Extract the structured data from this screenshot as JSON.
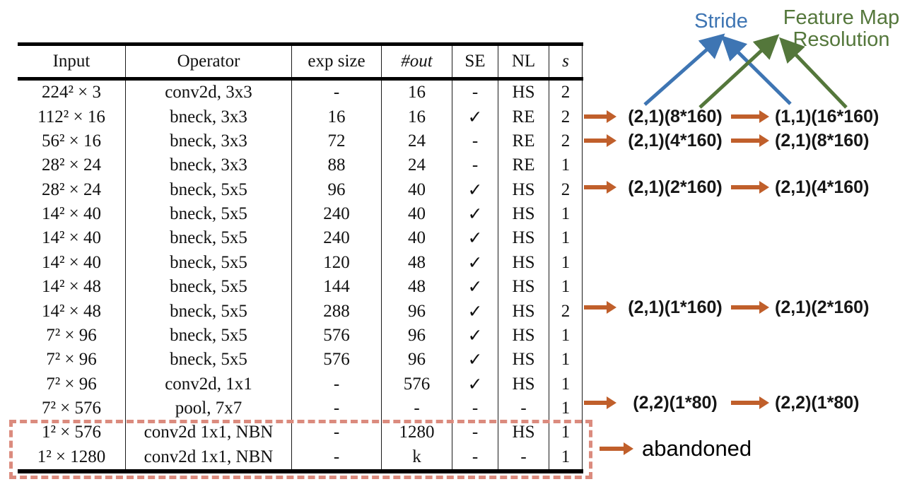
{
  "table": {
    "headers": [
      "Input",
      "Operator",
      "exp size",
      "#out",
      "SE",
      "NL",
      "s"
    ],
    "rows": [
      {
        "cells": [
          "224² × 3",
          "conv2d, 3x3",
          "-",
          "16",
          "-",
          "HS",
          "2"
        ]
      },
      {
        "cells": [
          "112² × 16",
          "bneck, 3x3",
          "16",
          "16",
          "✓",
          "RE",
          "2"
        ]
      },
      {
        "cells": [
          "56² × 16",
          "bneck, 3x3",
          "72",
          "24",
          "-",
          "RE",
          "2"
        ]
      },
      {
        "cells": [
          "28² × 24",
          "bneck, 3x3",
          "88",
          "24",
          "-",
          "RE",
          "1"
        ]
      },
      {
        "cells": [
          "28² × 24",
          "bneck, 5x5",
          "96",
          "40",
          "✓",
          "HS",
          "2"
        ]
      },
      {
        "cells": [
          "14² × 40",
          "bneck, 5x5",
          "240",
          "40",
          "✓",
          "HS",
          "1"
        ]
      },
      {
        "cells": [
          "14² × 40",
          "bneck, 5x5",
          "240",
          "40",
          "✓",
          "HS",
          "1"
        ]
      },
      {
        "cells": [
          "14² × 40",
          "bneck, 5x5",
          "120",
          "48",
          "✓",
          "HS",
          "1"
        ]
      },
      {
        "cells": [
          "14² × 48",
          "bneck, 5x5",
          "144",
          "48",
          "✓",
          "HS",
          "1"
        ]
      },
      {
        "cells": [
          "14² × 48",
          "bneck, 5x5",
          "288",
          "96",
          "✓",
          "HS",
          "2"
        ]
      },
      {
        "cells": [
          "7² × 96",
          "bneck, 5x5",
          "576",
          "96",
          "✓",
          "HS",
          "1"
        ]
      },
      {
        "cells": [
          "7² × 96",
          "bneck, 5x5",
          "576",
          "96",
          "✓",
          "HS",
          "1"
        ]
      },
      {
        "cells": [
          "7² × 96",
          "conv2d, 1x1",
          "-",
          "576",
          "✓",
          "HS",
          "1"
        ]
      },
      {
        "cells": [
          "7² × 576",
          "pool, 7x7",
          "-",
          "-",
          "-",
          "-",
          "1"
        ]
      },
      {
        "cells": [
          "1² × 576",
          "conv2d 1x1, NBN",
          "-",
          "1280",
          "-",
          "HS",
          "1"
        ]
      },
      {
        "cells": [
          "1² × 1280",
          "conv2d 1x1, NBN",
          "-",
          "k",
          "-",
          "-",
          "1"
        ]
      }
    ]
  },
  "annotations": {
    "stride_label": "Stride",
    "feature_map_label_line1": "Feature Map",
    "feature_map_label_line2": "Resolution",
    "rows": [
      {
        "left": "(2,1)(8*160)",
        "right": "(1,1)(16*160)"
      },
      {
        "left": "(2,1)(4*160)",
        "right": "(2,1)(8*160)"
      },
      {
        "left": "(2,1)(2*160)",
        "right": "(2,1)(4*160)"
      },
      {
        "left": "(2,1)(1*160)",
        "right": "(2,1)(2*160)"
      },
      {
        "left": "(2,2)(1*80)",
        "right": "(2,2)(1*80)"
      }
    ],
    "abandoned_label": "abandoned"
  },
  "colors": {
    "stride_blue": "#3e75b3",
    "resolution_green": "#54773b",
    "arrow_orange": "#c05f2b",
    "abandoned_box_salmon": "#db8b7e"
  }
}
